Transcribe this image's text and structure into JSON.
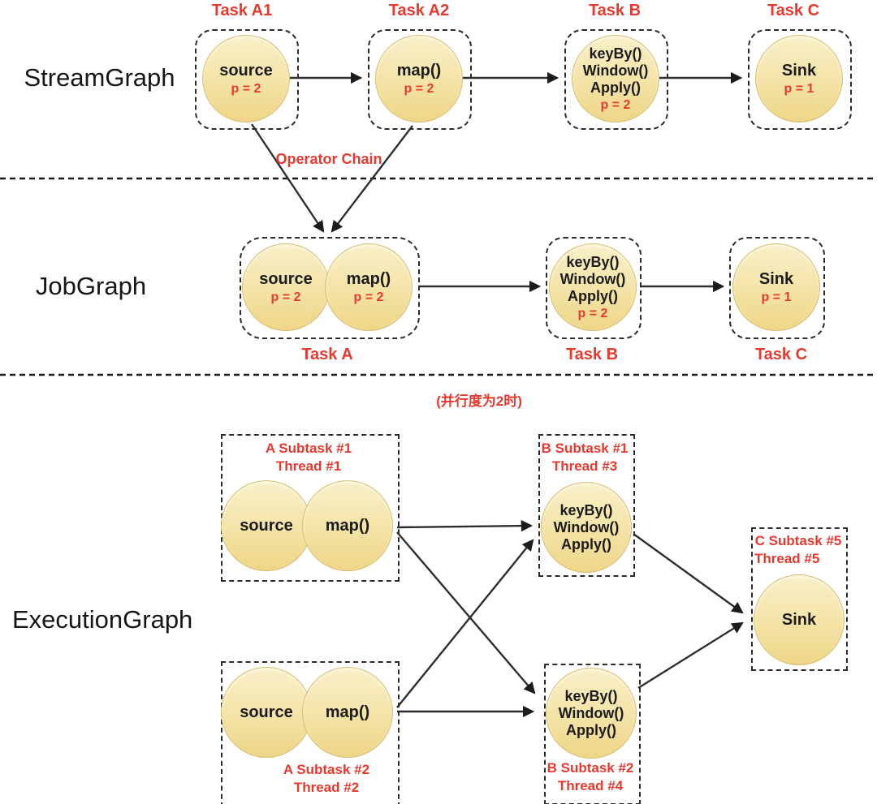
{
  "colors": {
    "red": "#E8392F",
    "black": "#1B1B1B",
    "node_fill_top": "#F9F0C9",
    "node_fill_bottom": "#EED687",
    "node_border": "#D8BD70",
    "line": "#2E2E2E"
  },
  "stream_graph": {
    "label": "StreamGraph",
    "operator_chain_label": "Operator Chain",
    "tasks": [
      {
        "title": "Task A1",
        "node": {
          "lines": [
            "source"
          ],
          "p": "p = 2"
        }
      },
      {
        "title": "Task A2",
        "node": {
          "lines": [
            "map()"
          ],
          "p": "p = 2"
        }
      },
      {
        "title": "Task B",
        "node": {
          "lines": [
            "keyBy()",
            "Window()",
            "Apply()"
          ],
          "p": "p = 2"
        }
      },
      {
        "title": "Task C",
        "node": {
          "lines": [
            "Sink"
          ],
          "p": "p = 1"
        }
      }
    ]
  },
  "job_graph": {
    "label": "JobGraph",
    "tasks": [
      {
        "title": "Task A",
        "nodes": [
          {
            "lines": [
              "source"
            ],
            "p": "p = 2"
          },
          {
            "lines": [
              "map()"
            ],
            "p": "p = 2"
          }
        ]
      },
      {
        "title": "Task B",
        "nodes": [
          {
            "lines": [
              "keyBy()",
              "Window()",
              "Apply()"
            ],
            "p": "p = 2"
          }
        ]
      },
      {
        "title": "Task C",
        "nodes": [
          {
            "lines": [
              "Sink"
            ],
            "p": "p = 1"
          }
        ]
      }
    ]
  },
  "execution_graph": {
    "label": "ExecutionGraph",
    "parallelism_note": "(并行度为2时)",
    "subtasks": [
      {
        "title": "A Subtask #1",
        "thread": "Thread #1",
        "nodes": [
          {
            "lines": [
              "source"
            ]
          },
          {
            "lines": [
              "map()"
            ]
          }
        ]
      },
      {
        "title": "A Subtask #2",
        "thread": "Thread #2",
        "nodes": [
          {
            "lines": [
              "source"
            ]
          },
          {
            "lines": [
              "map()"
            ]
          }
        ]
      },
      {
        "title": "B Subtask #1",
        "thread": "Thread #3",
        "nodes": [
          {
            "lines": [
              "keyBy()",
              "Window()",
              "Apply()"
            ]
          }
        ]
      },
      {
        "title": "B Subtask #2",
        "thread": "Thread #4",
        "nodes": [
          {
            "lines": [
              "keyBy()",
              "Window()",
              "Apply()"
            ]
          }
        ]
      },
      {
        "title": "C Subtask #5",
        "thread": "Thread #5",
        "nodes": [
          {
            "lines": [
              "Sink"
            ]
          }
        ]
      }
    ]
  }
}
